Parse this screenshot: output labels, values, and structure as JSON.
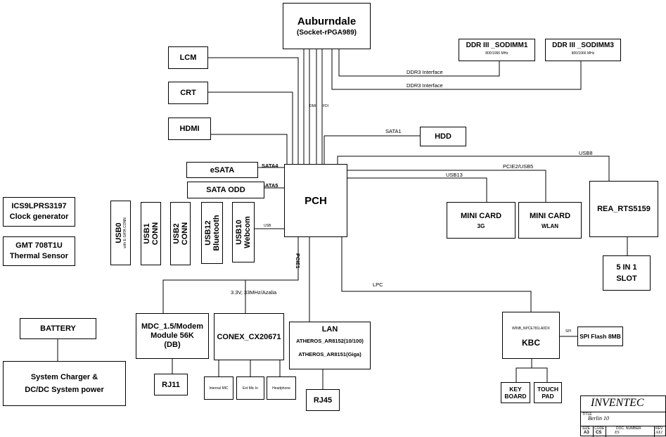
{
  "cpu": {
    "name": "Auburndale",
    "socket": "(Socket-rPGA989)"
  },
  "dimm1": {
    "name": "DDR III _SODIMM1",
    "speed": "800/1066 MHz"
  },
  "dimm3": {
    "name": "DDR III _SODIMM3",
    "speed": "800/1066 MHz"
  },
  "links": {
    "ddr3_1": "DDR3 Interface",
    "ddr3_2": "DDR3 Interface",
    "dmi": "DMI",
    "fdi": "FDI",
    "sata1": "SATA1",
    "sata4": "SATA4",
    "sata5": "SATA5",
    "usb8": "USB8",
    "pcie2_usb5": "PCIE2/USB5",
    "usb13": "USB13",
    "usb": "USB",
    "pcie1": "PCIE1",
    "lpc": "LPC",
    "azalia": "3.3V, 33MHz/Azalia",
    "spi": "SPI"
  },
  "boxes": {
    "lcm": "LCM",
    "crt": "CRT",
    "hdmi": "HDMI",
    "esata": "eSATA",
    "sata_odd": "SATA ODD",
    "hdd": "HDD",
    "pch": "PCH",
    "mini_card_3g": {
      "line1": "MINI CARD",
      "line2": "3G"
    },
    "mini_card_wlan": {
      "line1": "MINI CARD",
      "line2": "WLAN"
    },
    "card_reader": "REA_RTS5159",
    "slot": {
      "line1": "5 IN 1",
      "line2": "SLOT"
    },
    "clock": {
      "line1": "ICS9LPRS3197",
      "line2": "Clock generator"
    },
    "thermal": {
      "line1": "GMT 708T1U",
      "line2": "Thermal  Sensor"
    },
    "usb0": {
      "line1": "USB0",
      "line2": "with E-SATA CONN"
    },
    "usb1": {
      "line1": "USB1",
      "line2": "CONN"
    },
    "usb2": {
      "line1": "USB2",
      "line2": "CONN"
    },
    "usb12": {
      "line1": "USB12",
      "line2": "Bluetooth"
    },
    "usb10": {
      "line1": "USB10",
      "line2": "Webcom"
    },
    "battery": "BATTERY",
    "charger": {
      "line1": "System Charger &",
      "line2": "DC/DC System power"
    },
    "modem": {
      "line1": "MDC_1.5/Modem",
      "line2": "Module 56K",
      "line3": "(DB)"
    },
    "rj11": "RJ11",
    "codec": "CONEX_CX20671",
    "internal_mic": "Internal MIC",
    "ext_mic": "Ext Mic In",
    "headphone": "Headphone",
    "lan": {
      "line1": "LAN",
      "line2": "ATHEROS_AR8152(10/100)",
      "line3": "ATHEROS_AR8151(Giga)"
    },
    "rj45": "RJ45",
    "kbc": {
      "chip": "WINB_NPCE781LA0DX",
      "name": "KBC"
    },
    "spi_flash": "SPI Flash 8MB",
    "keyboard": {
      "line1": "KEY",
      "line2": "BOARD"
    },
    "touchpad": {
      "line1": "TOUCH",
      "line2": "PAD"
    }
  },
  "title_block": {
    "company": "INVENTEC",
    "title_label": "TITLE",
    "title": "Berlin 10",
    "size_label": "SIZE",
    "size": "A3",
    "code_label": "CODE",
    "code": "CS",
    "doc_label": "DOC. NUMBER",
    "doc": "ES",
    "rev_label": "REV",
    "rev": "AX1"
  }
}
